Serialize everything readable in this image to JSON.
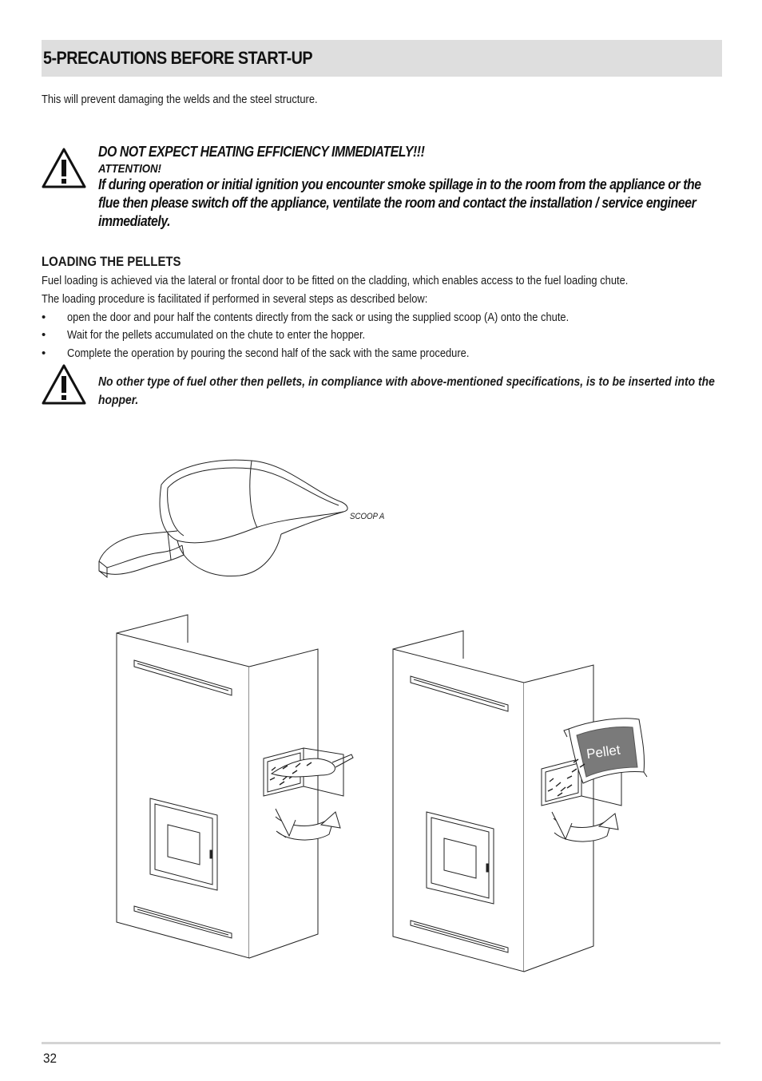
{
  "header": {
    "title": "5-PRECAUTIONS BEFORE START-UP"
  },
  "intro": "This will prevent damaging the welds and the steel structure.",
  "warning_main": {
    "line1": "DO NOT EXPECT HEATING EFFICIENCY IMMEDIATELY!!!",
    "line2": "ATTENTION!",
    "body": "If during operation or initial ignition you encounter smoke spillage in to the room from the appliance or the flue then please switch off the appliance, ventilate the room and contact the installation / service engineer immediately."
  },
  "loading": {
    "heading": "LOADING THE PELLETS",
    "para1": "Fuel loading is achieved via the lateral or frontal door to be fitted on the cladding, which enables access to the fuel loading chute.",
    "para2": "The loading procedure is facilitated if performed in several steps as described below:",
    "bullet_symbol": "•",
    "bullets": [
      "open the door and pour half the contents directly from the sack or using the supplied scoop (A) onto the chute.",
      "Wait for the pellets accumulated on the chute to enter the hopper.",
      "Complete the operation by pouring the second half of the sack with the same procedure."
    ]
  },
  "warning_fuel": "No other type of fuel other then pellets, in compliance with above-mentioned specifications, is to be inserted into the hopper.",
  "figure": {
    "scoop_label": "SCOOP A",
    "sack_label": "Pellet"
  },
  "footer": {
    "page_number": "32"
  },
  "icons": [
    "warning-triangle-icon"
  ],
  "colors": {
    "header_bg": "#dedede",
    "footer_rule": "#d4d4d4",
    "sack_fill": "#7a7a7a"
  }
}
